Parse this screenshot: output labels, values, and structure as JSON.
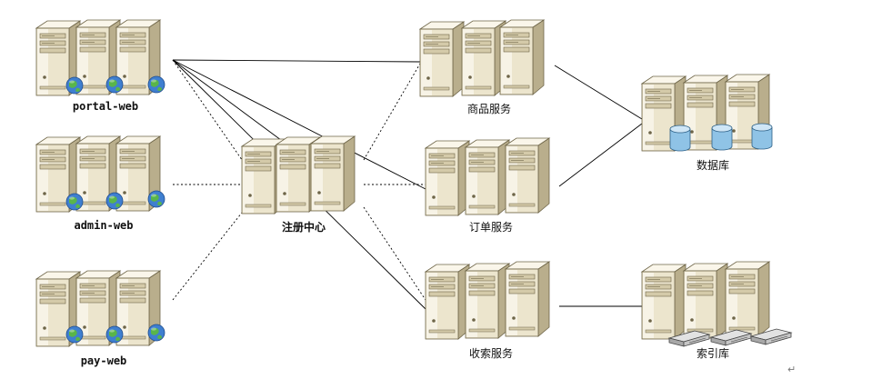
{
  "nodes": {
    "portal_web": {
      "label": "portal-web"
    },
    "admin_web": {
      "label": "admin-web"
    },
    "pay_web": {
      "label": "pay-web"
    },
    "registry": {
      "label": "注册中心"
    },
    "product_service": {
      "label": "商品服务"
    },
    "order_service": {
      "label": "订单服务"
    },
    "search_service": {
      "label": "收索服务"
    },
    "database": {
      "label": "数据库"
    },
    "search_index": {
      "label": "索引库"
    }
  },
  "colors": {
    "server_light": "#f4efdf",
    "server_mid": "#ddd4b6",
    "server_dark": "#b9ae8c",
    "outline": "#6e6548",
    "globe": "#3f7fd0",
    "db_cylinder": "#8fc3e6",
    "line": "#000000"
  },
  "icons": {
    "web": "globe-icon",
    "database": "database-cylinder-icon",
    "index": "drive-tray-icon",
    "paragraph": "paragraph-mark-icon"
  },
  "paragraph_mark": "↵"
}
